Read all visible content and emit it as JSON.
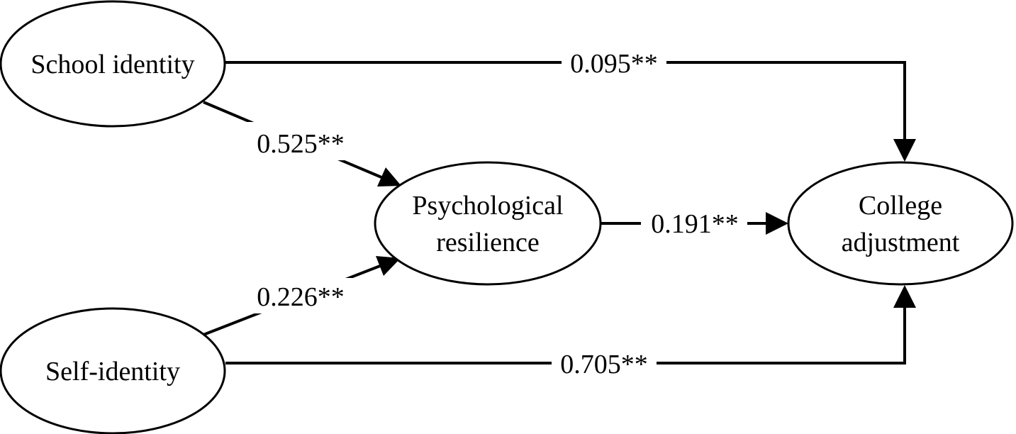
{
  "nodes": {
    "school_identity": {
      "label": "School identity"
    },
    "self_identity": {
      "label": "Self-identity"
    },
    "psychological_resilience": {
      "label_lines": [
        "Psychological",
        "resilience"
      ]
    },
    "college_adjustment": {
      "label_lines": [
        "College",
        "adjustment"
      ]
    }
  },
  "paths": {
    "school_to_adjustment": {
      "coefficient": "0.095**"
    },
    "school_to_resilience": {
      "coefficient": "0.525**"
    },
    "self_to_resilience": {
      "coefficient": "0.226**"
    },
    "resilience_to_adjustment": {
      "coefficient": "0.191**"
    },
    "self_to_adjustment": {
      "coefficient": "0.705**"
    }
  },
  "colors": {
    "stroke": "#000000",
    "background": "#ffffff"
  }
}
